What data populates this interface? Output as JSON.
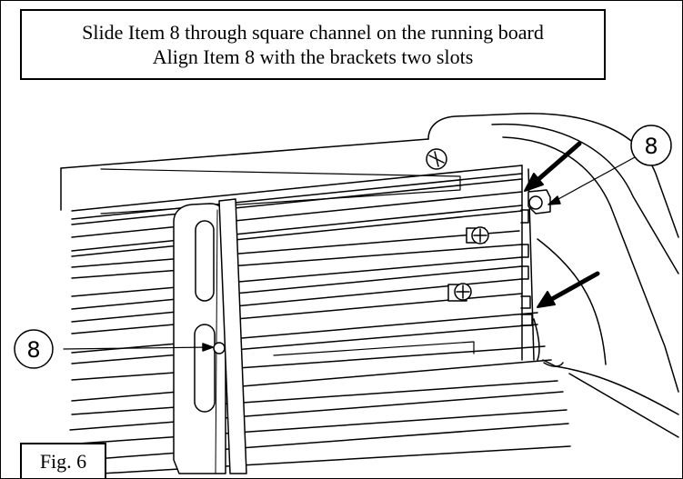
{
  "caption": {
    "line1": "Slide Item 8 through square channel on the running board",
    "line2": "Align Item 8 with the brackets two slots"
  },
  "figure_label": "Fig. 6",
  "callouts": [
    {
      "item": "8"
    },
    {
      "item": "8"
    }
  ],
  "colors": {
    "ink": "#000000",
    "background": "#ffffff"
  },
  "icons": [
    "arrow-icon",
    "screw-icon",
    "bolt-icon"
  ]
}
